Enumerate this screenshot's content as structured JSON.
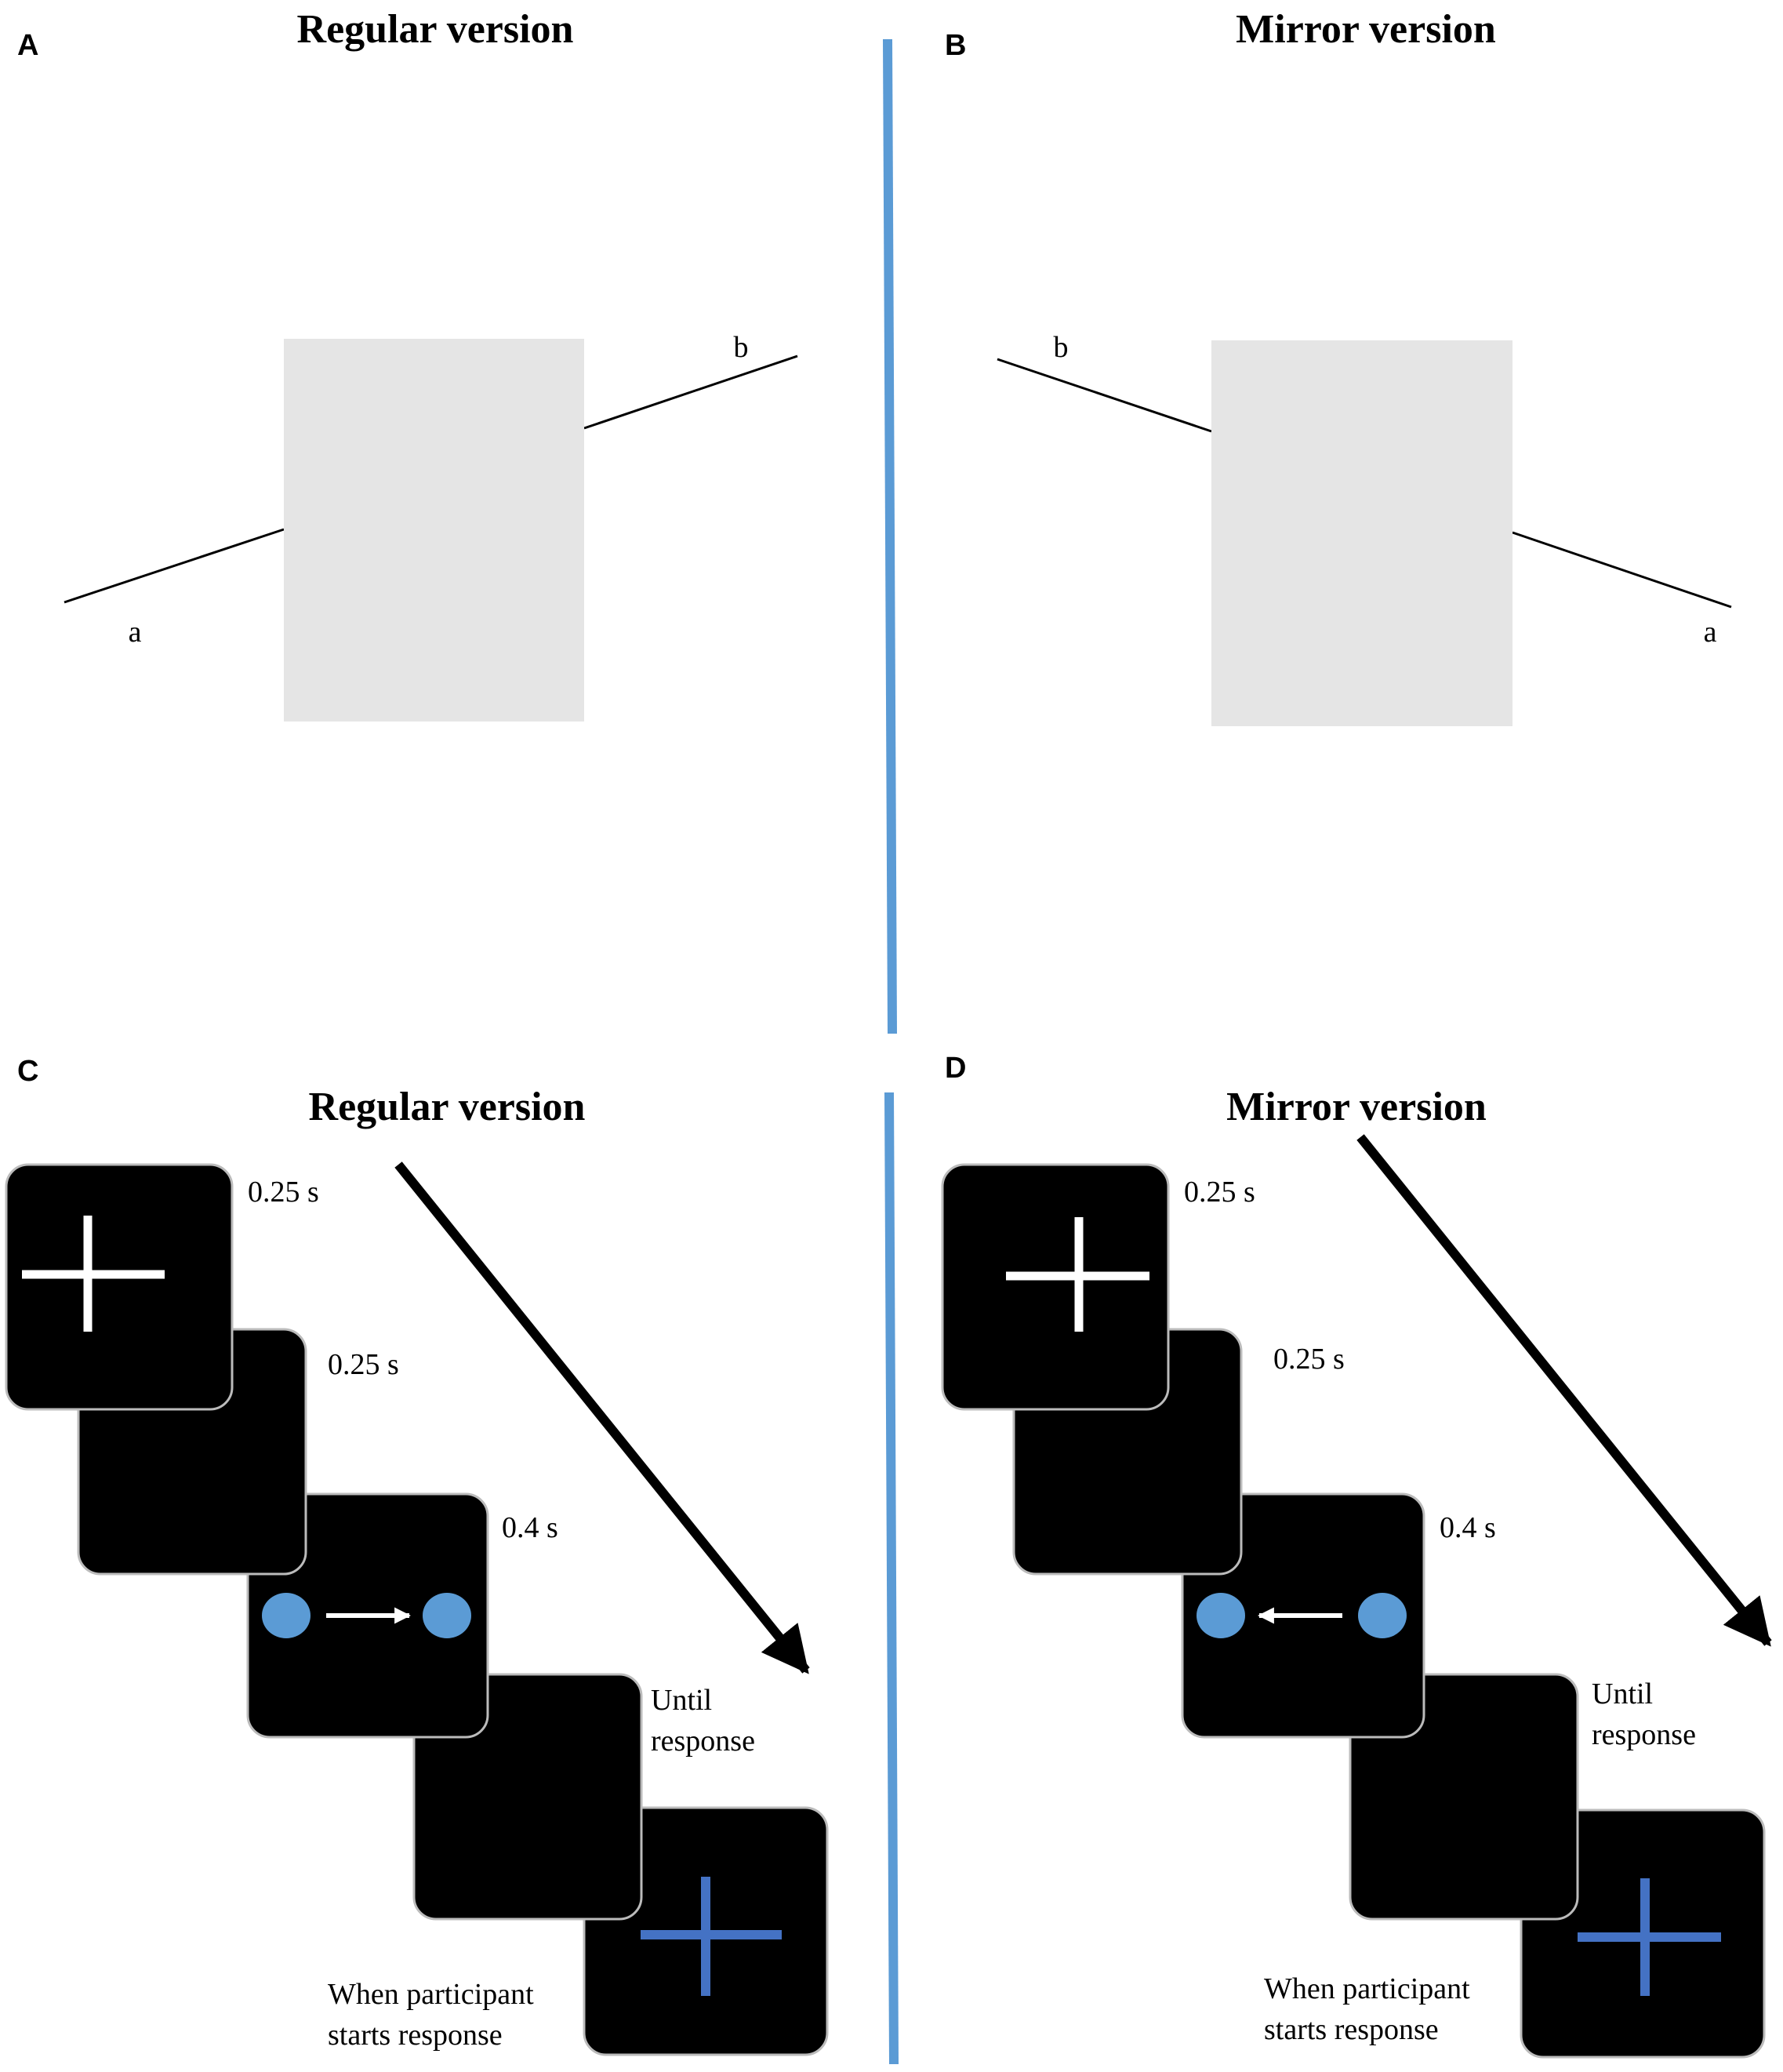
{
  "panels": {
    "A": {
      "letter": "A",
      "title": "Regular version",
      "label_a": "a",
      "label_b": "b"
    },
    "B": {
      "letter": "B",
      "title": "Mirror  version",
      "label_a": "a",
      "label_b": "b"
    },
    "C": {
      "letter": "C",
      "title": "Regular version",
      "t1": "0.25 s",
      "t2": "0.25 s",
      "t3": "0.4 s",
      "t4_line1": "Until",
      "t4_line2": "response",
      "t5_line1": "When participant",
      "t5_line2": "starts response",
      "arrow_direction": "right"
    },
    "D": {
      "letter": "D",
      "title": "Mirror  version",
      "t1": "0.25 s",
      "t2": "0.25 s",
      "t3": "0.4 s",
      "t4_line1": "Until",
      "t4_line2": "response",
      "t5_line1": "When participant",
      "t5_line2": "starts response",
      "arrow_direction": "left"
    }
  },
  "colors": {
    "divider": "#5b9bd5",
    "gray_box": "#e5e5e5",
    "screen": "#000000",
    "dot": "#5b9bd5",
    "response_cross": "#4472c4",
    "fixation_cross": "#ffffff"
  }
}
